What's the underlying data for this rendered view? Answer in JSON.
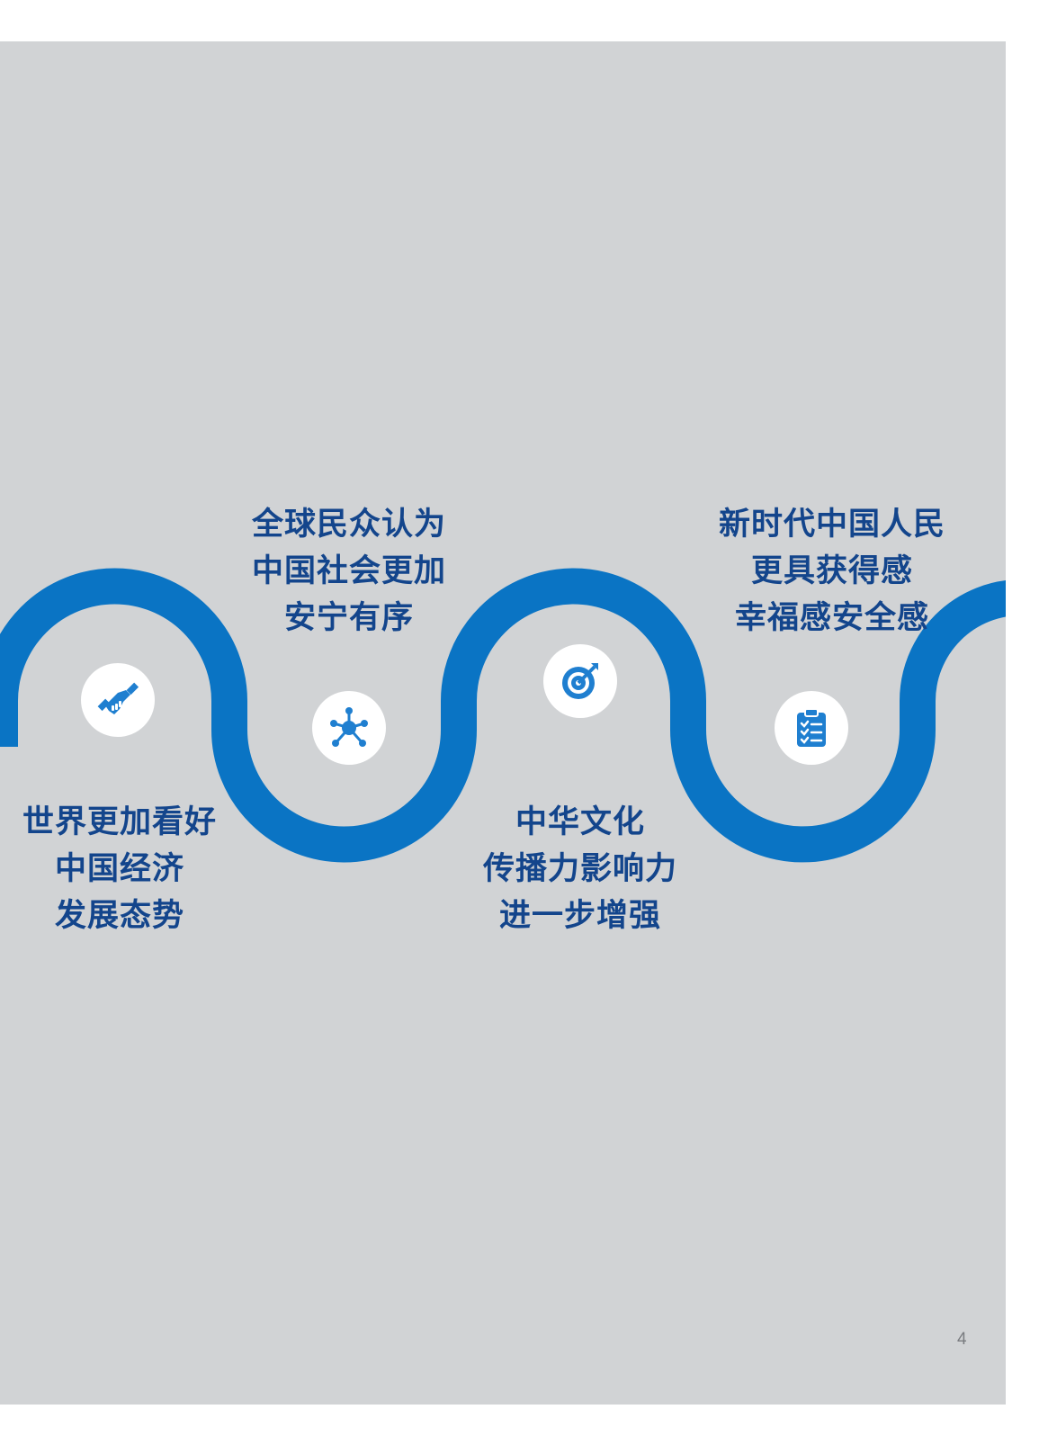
{
  "accent_color": "#0a74c4",
  "text_color": "#13458c",
  "milestones": [
    {
      "icon": "handshake-icon",
      "lines": [
        "世界更加看好",
        "中国经济",
        "发展态势"
      ]
    },
    {
      "icon": "network-icon",
      "lines": [
        "全球民众认为",
        "中国社会更加",
        "安宁有序"
      ]
    },
    {
      "icon": "target-icon",
      "lines": [
        "中华文化",
        "传播力影响力",
        "进一步增强"
      ]
    },
    {
      "icon": "clipboard-icon",
      "lines": [
        "新时代中国人民",
        "更具获得感",
        "幸福感安全感"
      ]
    }
  ],
  "page_number": "4"
}
